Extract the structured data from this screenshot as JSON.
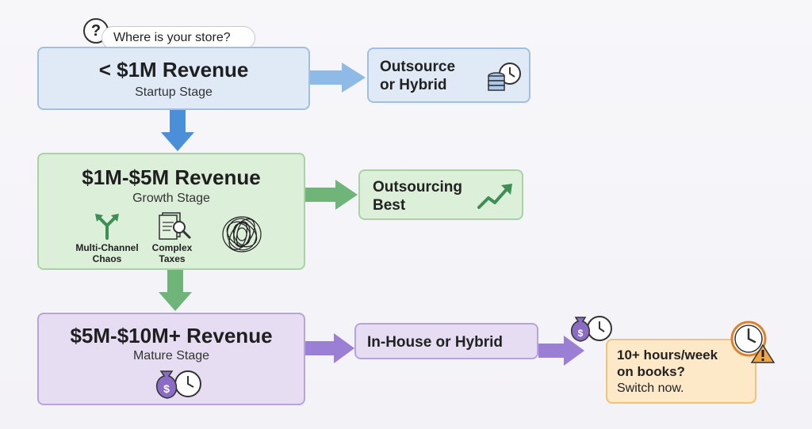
{
  "question": {
    "text": "Where is your store?",
    "icon": "question-mark-icon"
  },
  "stages": [
    {
      "title": "< $1M Revenue",
      "subtitle": "Startup Stage",
      "result": [
        "Outsource",
        "or Hybrid"
      ],
      "result_icon": "coins-clock-icon",
      "color": "#dfeaf6"
    },
    {
      "title": "$1M-$5M Revenue",
      "subtitle": "Growth Stage",
      "result": [
        "Outsourcing",
        "Best"
      ],
      "result_icon": "trend-up-icon",
      "color": "#dcefd9",
      "challenges": [
        {
          "label": [
            "Multi-Channel",
            "Chaos"
          ],
          "icon": "split-arrows-icon"
        },
        {
          "label": [
            "Complex",
            "Taxes"
          ],
          "icon": "tax-document-magnifier-icon"
        },
        {
          "label": [
            "",
            ""
          ],
          "icon": "tangled-scribble-icon"
        }
      ]
    },
    {
      "title": "$5M-$10M+ Revenue",
      "subtitle": "Mature Stage",
      "result": [
        "In-House or Hybrid"
      ],
      "result_icon": "money-bag-clock-icon",
      "color": "#e6ddf2"
    }
  ],
  "alert": {
    "title": [
      "10+ hours/week",
      "on books?"
    ],
    "subtitle": "Switch now.",
    "icon": "clock-warning-icon",
    "color": "#fde9c8"
  }
}
